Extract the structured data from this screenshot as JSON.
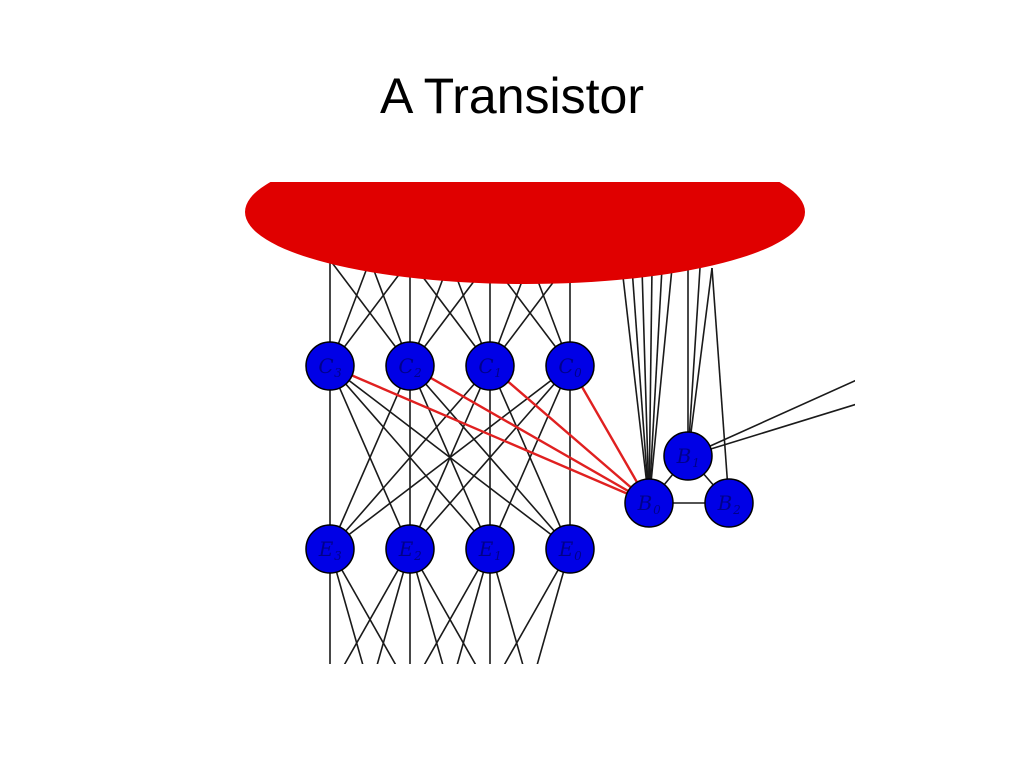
{
  "slide": {
    "title": "A Transistor"
  },
  "colors": {
    "background": "#ffffff",
    "node_fill": "#0000e6",
    "node_label": "#00008a",
    "edge": "#1a1a1a",
    "highlight_edge": "#e02020",
    "blob": "#e00000"
  },
  "nodes": [
    {
      "id": "C3",
      "letter": "C",
      "sub": "3",
      "group": "collector"
    },
    {
      "id": "C2",
      "letter": "C",
      "sub": "2",
      "group": "collector"
    },
    {
      "id": "C1",
      "letter": "C",
      "sub": "1",
      "group": "collector"
    },
    {
      "id": "C0",
      "letter": "C",
      "sub": "0",
      "group": "collector"
    },
    {
      "id": "E3",
      "letter": "E",
      "sub": "3",
      "group": "emitter"
    },
    {
      "id": "E2",
      "letter": "E",
      "sub": "2",
      "group": "emitter"
    },
    {
      "id": "E1",
      "letter": "E",
      "sub": "1",
      "group": "emitter"
    },
    {
      "id": "E0",
      "letter": "E",
      "sub": "0",
      "group": "emitter"
    },
    {
      "id": "B1",
      "letter": "B",
      "sub": "1",
      "group": "base"
    },
    {
      "id": "B0",
      "letter": "B",
      "sub": "0",
      "group": "base"
    },
    {
      "id": "B2",
      "letter": "B",
      "sub": "2",
      "group": "base"
    }
  ],
  "edges": [
    [
      "C3",
      "E3"
    ],
    [
      "C3",
      "E2"
    ],
    [
      "C3",
      "E1"
    ],
    [
      "C3",
      "E0"
    ],
    [
      "C2",
      "E3"
    ],
    [
      "C2",
      "E2"
    ],
    [
      "C2",
      "E1"
    ],
    [
      "C2",
      "E0"
    ],
    [
      "C1",
      "E3"
    ],
    [
      "C1",
      "E2"
    ],
    [
      "C1",
      "E1"
    ],
    [
      "C1",
      "E0"
    ],
    [
      "C0",
      "E3"
    ],
    [
      "C0",
      "E2"
    ],
    [
      "C0",
      "E1"
    ],
    [
      "C0",
      "E0"
    ],
    [
      "B1",
      "B0"
    ],
    [
      "B1",
      "B2"
    ],
    [
      "B0",
      "B2"
    ]
  ],
  "highlighted_edges": [
    [
      "C3",
      "B0"
    ],
    [
      "C2",
      "B0"
    ],
    [
      "C1",
      "B0"
    ],
    [
      "C0",
      "B0"
    ]
  ]
}
